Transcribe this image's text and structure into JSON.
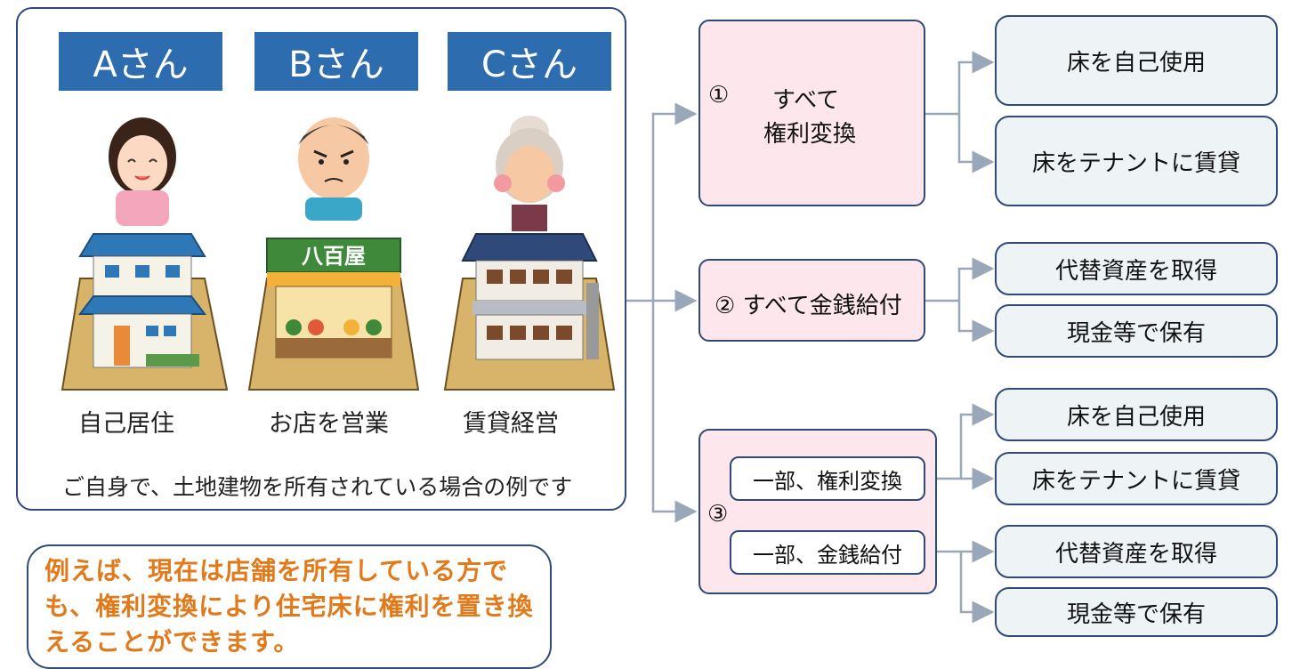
{
  "owners": [
    {
      "name": "Aさん",
      "usage": "自己居住"
    },
    {
      "name": "Bさん",
      "usage": "お店を営業",
      "shop_sign": "八百屋"
    },
    {
      "name": "Cさん",
      "usage": "賃貸経営"
    }
  ],
  "panel_caption": "ご自身で、土地建物を所有されている場合の例です",
  "example_text": "例えば、現在は店舗を所有している方でも、権利変換により住宅床に権利を置き換えることができます。",
  "options": {
    "opt1": {
      "num": "①",
      "line1": "すべて",
      "line2": "権利変換"
    },
    "opt2": {
      "label": "② すべて金銭給付"
    },
    "opt3": {
      "num": "③",
      "sub1": "一部、権利変換",
      "sub2": "一部、金銭給付"
    }
  },
  "outcomes": {
    "o1a": "床を自己使用",
    "o1b": "床をテナントに賃貸",
    "o2a": "代替資産を取得",
    "o2b": "現金等で保有",
    "o3a": "床を自己使用",
    "o3b": "床をテナントに賃貸",
    "o3c": "代替資産を取得",
    "o3d": "現金等で保有"
  },
  "colors": {
    "header_blue": "#2e6cb0",
    "option_pink": "#fde7ec",
    "outcome_gray": "#eef4f6",
    "border_navy": "#2f4a78",
    "example_orange": "#e07a1b",
    "connector": "#9aa7b8"
  }
}
